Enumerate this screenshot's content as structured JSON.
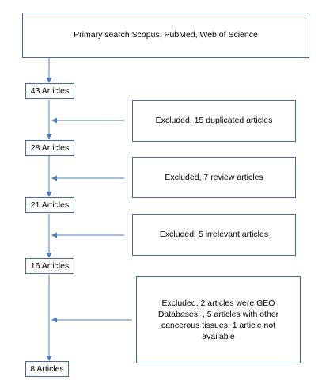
{
  "diagram": {
    "primary_search": "Primary search Scopus, PubMed, Web of Science",
    "stages": [
      {
        "label": "43 Articles"
      },
      {
        "label": "28 Articles"
      },
      {
        "label": "21 Articles"
      },
      {
        "label": "16 Articles"
      },
      {
        "label": "8 Articles"
      }
    ],
    "exclusions": [
      {
        "label": "Excluded, 15 duplicated articles"
      },
      {
        "label": "Excluded, 7 review articles"
      },
      {
        "label": "Excluded, 5 irrelevant articles"
      },
      {
        "label": "Excluded, 2 articles were GEO Databases, , 5 articles with other cancerous tissues, 1 article not available"
      }
    ],
    "colors": {
      "box_border": "#3f6ba3",
      "connector": "#4a7cc4"
    }
  }
}
